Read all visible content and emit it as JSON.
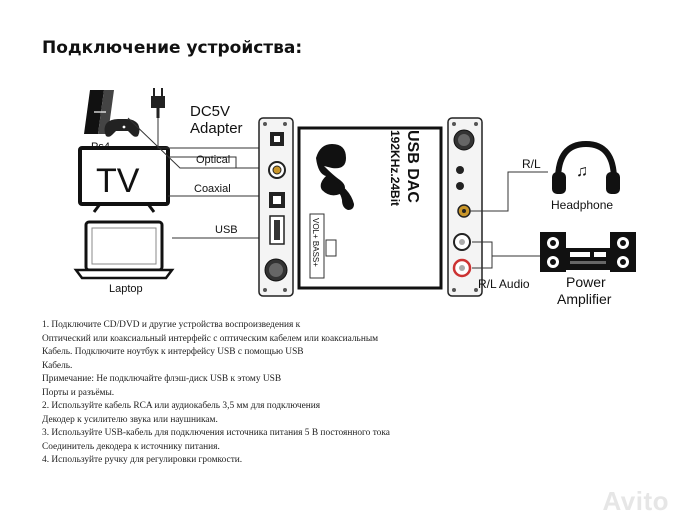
{
  "page": {
    "title": "Подключение устройства:"
  },
  "diagram": {
    "labels": {
      "ps4": "Ps4",
      "dc5v": "DC5V",
      "adapter": "Adapter",
      "tv": "TV",
      "optical": "Optical",
      "coaxial": "Coaxial",
      "usb": "USB",
      "laptop": "Laptop",
      "device_line1": "USB DAC",
      "device_line2": "192KHz.24Bit",
      "device_bottom": "VOL+ BASS+",
      "rl": "R/L",
      "headphone": "Headphone",
      "rl_audio": "R/L Audio",
      "power": "Power",
      "amplifier": "Amplifier"
    }
  },
  "instructions": [
    "1. Подключите CD/DVD и другие устройства воспроизведения к",
    "Оптический или коаксиальный интерфейс с оптическим кабелем или коаксиальным",
    "Кабель. Подключите ноутбук к интерфейсу USB с помощью USB",
    "Кабель.",
    "Примечание: Не подключайте флэш-диск USB к этому USB",
    "Порты и разъёмы.",
    "2. Используйте кабель RCA или аудиокабель 3,5 мм для подключения",
    "Декодер к усилителю звука или наушникам.",
    "3. Используйте USB-кабель для подключения источника питания 5 В постоянного тока",
    "Соединитель декодера к источнику питания.",
    "4. Используйте ручку для регулировки громкости."
  ],
  "watermark": "Avito"
}
